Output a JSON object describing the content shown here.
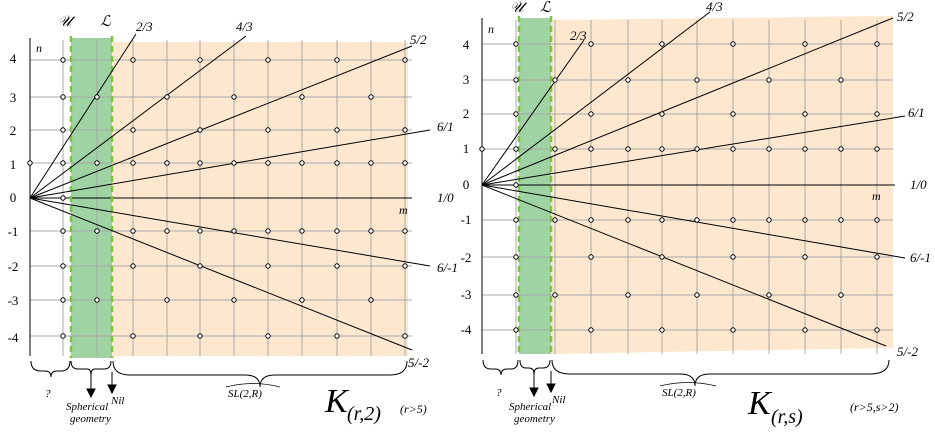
{
  "colors": {
    "orange_region": "#fde8cf",
    "green_region": "#9fd3a4",
    "green_dash": "#7dc242",
    "grid": "#a8a8a8",
    "line": "#000000"
  },
  "panels": [
    {
      "id": "left",
      "axis_m_label": "m",
      "axis_n_label": "n",
      "y_ticks": [
        "4",
        "3",
        "2",
        "1",
        "0",
        "-1",
        "-2",
        "-3",
        "-4"
      ],
      "boundary_labels": [
        "𝒰",
        "ℒ"
      ],
      "slope_labels": [
        "2/3",
        "4/3",
        "5/2",
        "6/1",
        "1/0",
        "6/-1",
        "5/-2"
      ],
      "brace_labels": {
        "unknown": "?",
        "spherical_1": "Spherical",
        "spherical_2": "geometry",
        "nil": "Nil",
        "sl2r": "SL(2,R)"
      },
      "knot_K": "K",
      "knot_sub": "(r,2)",
      "condition": "(r>5)"
    },
    {
      "id": "right",
      "axis_m_label": "m",
      "axis_n_label": "n",
      "y_ticks": [
        "4",
        "3",
        "2",
        "1",
        "0",
        "-1",
        "-2",
        "-3",
        "-4"
      ],
      "boundary_labels": [
        "𝒰",
        "ℒ"
      ],
      "slope_labels": [
        "2/3",
        "4/3",
        "5/2",
        "6/1",
        "1/0",
        "6/-1",
        "5/-2"
      ],
      "brace_labels": {
        "unknown": "?",
        "spherical_1": "Spherical",
        "spherical_2": "geometry",
        "nil": "Nil",
        "sl2r": "SL(2,R)"
      },
      "knot_K": "K",
      "knot_sub": "(r,s)",
      "condition": "(r>5,s>2)"
    }
  ]
}
